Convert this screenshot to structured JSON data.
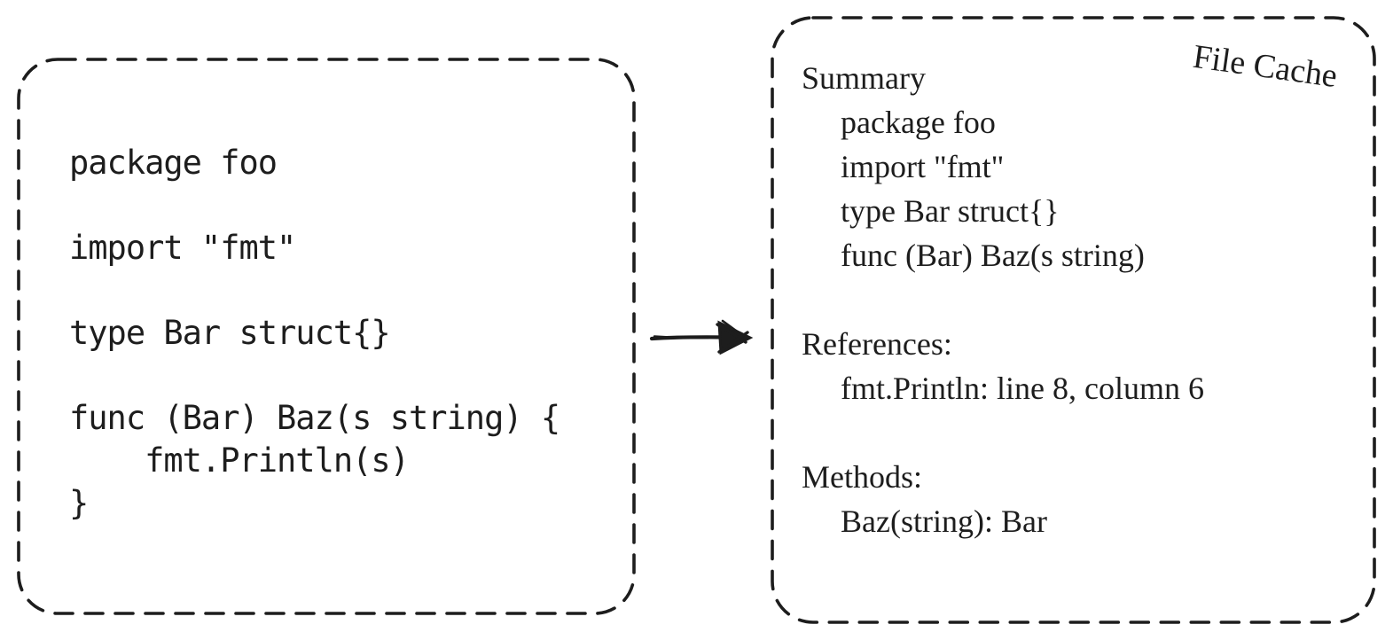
{
  "colors": {
    "ink": "#1d1d1d",
    "background": "#ffffff"
  },
  "source_box": {
    "code": "package foo\n\nimport \"fmt\"\n\ntype Bar struct{}\n\nfunc (Bar) Baz(s string) {\n    fmt.Println(s)\n}"
  },
  "arrow": {
    "direction": "right"
  },
  "cache_box": {
    "title": "File Cache",
    "sections": [
      {
        "heading": "Summary",
        "items": [
          "package foo",
          "import \"fmt\"",
          "type Bar struct{}",
          "func (Bar) Baz(s string)"
        ]
      },
      {
        "heading": "References:",
        "items": [
          "fmt.Println: line 8, column 6"
        ]
      },
      {
        "heading": "Methods:",
        "items": [
          "Baz(string): Bar"
        ]
      }
    ]
  }
}
